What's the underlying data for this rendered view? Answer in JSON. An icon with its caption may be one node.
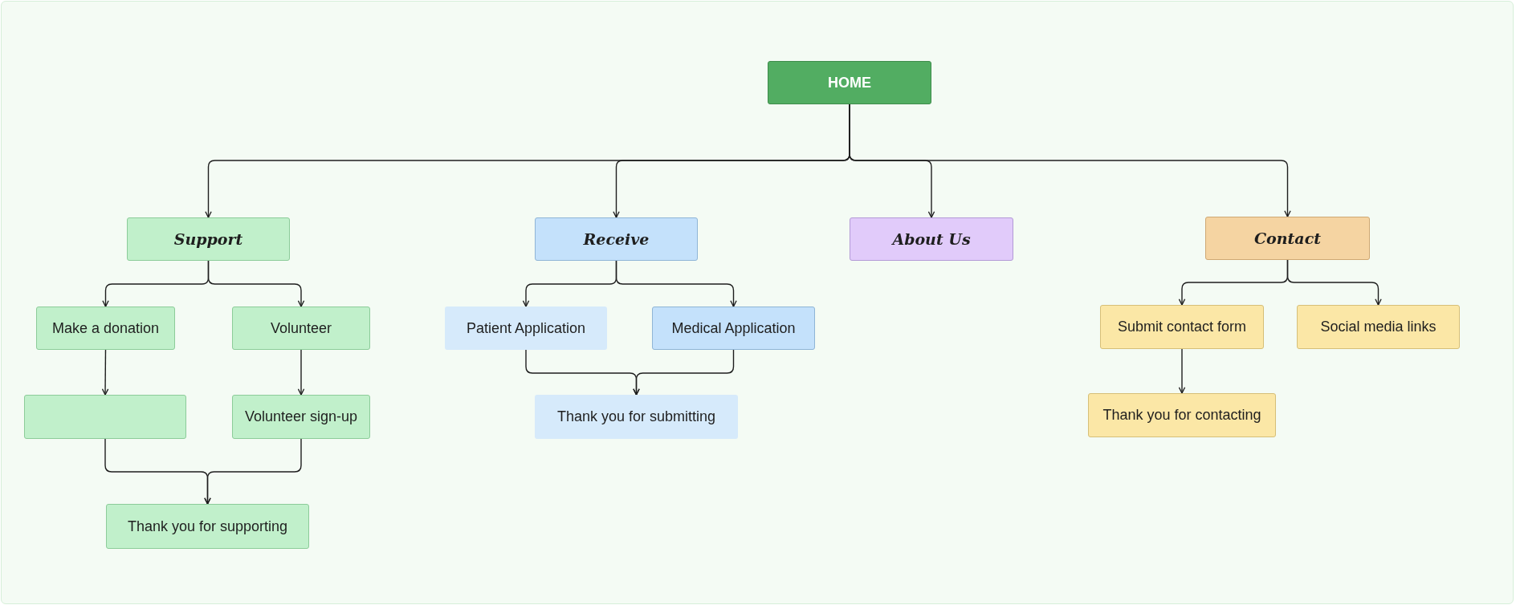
{
  "diagram": {
    "nodes": [
      {
        "text": [
          "HOME"
        ]
      },
      {
        "text": [
          "Support"
        ]
      },
      {
        "text": [
          "Receive"
        ]
      },
      {
        "text": [
          "About Us"
        ]
      },
      {
        "text": [
          "Contact"
        ]
      },
      {
        "text": [
          "Make a donation"
        ]
      },
      {
        "text": [
          "Volunteer"
        ]
      },
      {
        "text": [],
        "shape": "box"
      },
      {
        "text": [
          "Volunteer sign-up"
        ]
      },
      {
        "text": [
          "Thank you for supporting"
        ]
      },
      {
        "text": [
          "Patient Application"
        ]
      },
      {
        "text": [
          "Medical Application"
        ]
      },
      {
        "text": [
          "Thank you for submitting"
        ]
      },
      {
        "text": [
          "Submit contact form"
        ]
      },
      {
        "text": [
          "Social media links"
        ]
      },
      {
        "text": [
          "Thank you for contacting"
        ]
      }
    ],
    "edges": [
      {
        "from": 0,
        "to": 1,
        "arrow": "to"
      },
      {
        "from": 0,
        "to": 2,
        "arrow": "to"
      },
      {
        "from": 0,
        "to": 3,
        "arrow": "to"
      },
      {
        "from": 0,
        "to": 4,
        "arrow": "to"
      },
      {
        "from": 1,
        "to": 5,
        "arrow": "to"
      },
      {
        "from": 1,
        "to": 6,
        "arrow": "to"
      },
      {
        "from": 5,
        "to": 7,
        "arrow": "to"
      },
      {
        "from": 6,
        "to": 8,
        "arrow": "to"
      },
      {
        "from": 7,
        "to": 9,
        "arrow": "to"
      },
      {
        "from": 8,
        "to": 9,
        "arrow": "to"
      },
      {
        "from": 2,
        "to": 10,
        "arrow": "to"
      },
      {
        "from": 2,
        "to": 11,
        "arrow": "to"
      },
      {
        "from": 10,
        "to": 12,
        "arrow": "to"
      },
      {
        "from": 11,
        "to": 12,
        "arrow": "to"
      },
      {
        "from": 4,
        "to": 13,
        "arrow": "to"
      },
      {
        "from": 4,
        "to": 14,
        "arrow": "to"
      },
      {
        "from": 13,
        "to": 15,
        "arrow": "to"
      }
    ]
  }
}
